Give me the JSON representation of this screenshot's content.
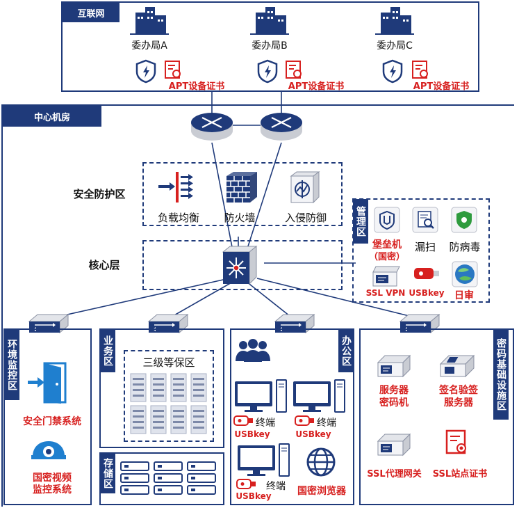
{
  "internet": {
    "tag": "互联网",
    "offices": [
      {
        "name": "委办局A",
        "cert": "APT设备证书"
      },
      {
        "name": "委办局B",
        "cert": "APT设备证书"
      },
      {
        "name": "委办局C",
        "cert": "APT设备证书"
      }
    ]
  },
  "center": {
    "tag": "中心机房",
    "security_zone": {
      "label": "安全防护区",
      "items": [
        "负载均衡",
        "防火墙",
        "入侵防御"
      ]
    },
    "core_layer": {
      "label": "核心层"
    },
    "management": {
      "tag": "管理区",
      "items": [
        "堡垒机",
        "（国密）",
        "漏扫",
        "防病毒",
        "SSL VPN",
        "USBkey",
        "日审"
      ]
    },
    "env": {
      "tag": "环境监控区",
      "items": [
        "安全门禁系统",
        "国密视频",
        "监控系统"
      ]
    },
    "business": {
      "tag": "业务区",
      "inner": "三级等保区"
    },
    "storage": {
      "tag": "存储区"
    },
    "office": {
      "tag": "办公区",
      "terminal": "终端",
      "usbkey": "USBkey",
      "browser": "国密浏览器"
    },
    "crypto": {
      "tag": "密码基础设施区",
      "items": [
        "服务器",
        "密码机",
        "签名验签",
        "服务器",
        "SSL代理网关",
        "SSL站点证书"
      ]
    }
  },
  "colors": {
    "primary": "#1f3a7a",
    "accent": "#d7201f"
  }
}
